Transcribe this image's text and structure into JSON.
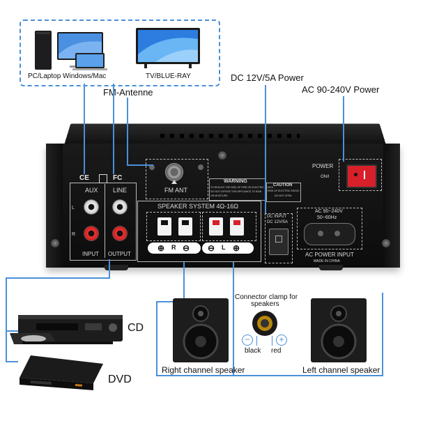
{
  "top_devices": {
    "pc_label": "PC/Laptop Windows/Mac",
    "tv_label": "TV/BLUE-RAY"
  },
  "callouts": {
    "fm_antenne": "FM-Antenne",
    "dc_power": "DC 12V/5A Power",
    "ac_power": "AC 90-240V Power"
  },
  "panel": {
    "power_label": "POWER",
    "onoff_label": "ON/I",
    "aux_label": "AUX",
    "line_label": "LINE",
    "l_label": "L",
    "r_label": "R",
    "input_label": "INPUT",
    "output_label": "OUTPUT",
    "fm_ant_label": "FM ANT",
    "warning_label": "WARNING",
    "warning_text1": "TO REDUCE THE RISK OF FIRE OR ELECTRIC SHOCK",
    "warning_text2": "DO NOT EXPOSE THIS APPLIANCE TO RAIN",
    "warning_text3": "OR MOISTURE",
    "caution_label": "CAUTION",
    "caution_text1": "RISK OF ELECTRIC SHOCK",
    "caution_text2": "DO NOT OPEN",
    "speaker_system": "SPEAKER SYSTEM 4Ω-16Ω",
    "dc_input": "DC INPUT",
    "dc_rating": "DC 12V/5A",
    "ac_rating": "AC 90~240V",
    "ac_freq": "50~60Hz",
    "ac_power_input": "AC POWER INPUT",
    "made_in": "MADE IN CHINA",
    "cert_ce": "CE",
    "cert_fc": "FC",
    "right_channel_r": "R",
    "left_channel_l": "L"
  },
  "bottom": {
    "cd_label": "CD",
    "dvd_label": "DVD",
    "right_speaker_label": "Right channel speaker",
    "left_speaker_label": "Left channel speaker",
    "clamp_label_1": "Connector clamp for",
    "clamp_label_2": "speakers",
    "black_label": "black",
    "red_label": "red"
  },
  "colors": {
    "accent": "#4a90d9",
    "panel": "#121212",
    "red_terminal": "#d8202a"
  }
}
